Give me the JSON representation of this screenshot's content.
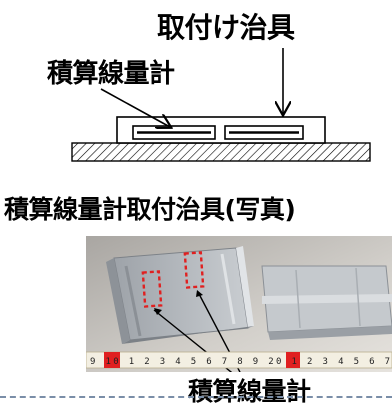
{
  "labels": {
    "jig": "取付け治具",
    "dosimeter_top": "積算線量計",
    "caption": "積算線量計取付治具(写真)",
    "dosimeter_bottom": "積算線量計"
  },
  "photo": {
    "ruler_text": "9 10 1 2 3 4 5 6 7 8 9 20 1 2 3 4 5 6 7"
  },
  "colors": {
    "ink": "#000000",
    "highlight": "#e02020",
    "ruler": "#f3efe2",
    "jig_gray": "#b9bec4",
    "photo_bg": "#c9c6c1"
  }
}
